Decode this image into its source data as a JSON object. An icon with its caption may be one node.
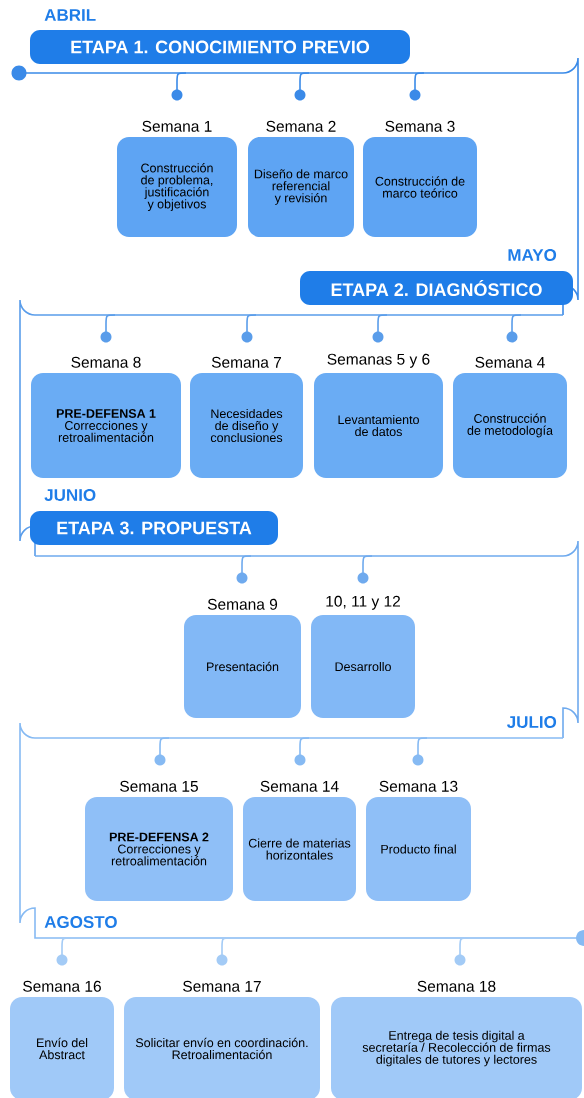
{
  "diagram": {
    "nodes": [
      {
        "text": [
          "ETAPA 1. CONOCIMIENTO PREVIO"
        ]
      },
      {
        "text": [
          "Semana 1",
          "Construcción de problema, justificación y objetivos"
        ]
      },
      {
        "text": [
          "Semana 2",
          "Diseño de marco referencial y revisión"
        ]
      },
      {
        "text": [
          "Semana 3",
          "Construcción de marco teórico"
        ]
      },
      {
        "text": [
          "ETAPA 2. DIAGNÓSTICO"
        ]
      },
      {
        "text": [
          "Semana 8",
          "PRE-DEFENSA 1",
          "Correcciones y retroalimentación"
        ]
      },
      {
        "text": [
          "Semana 7",
          "Necesidades de diseño y conclusiones"
        ]
      },
      {
        "text": [
          "Semanas 5 y 6",
          "Levantamiento de datos"
        ]
      },
      {
        "text": [
          "Semana 4",
          "Construcción de metodología"
        ]
      },
      {
        "text": [
          "ETAPA 3. PROPUESTA"
        ]
      },
      {
        "text": [
          "Semana 9",
          "Presentación"
        ]
      },
      {
        "text": [
          "10, 11 y 12",
          "Desarrollo"
        ]
      },
      {
        "text": [
          "Semana 15",
          "PRE-DEFENSA 2",
          "Correcciones y retroalimentación"
        ]
      },
      {
        "text": [
          "Semana 14",
          "Cierre de materias horizontales"
        ]
      },
      {
        "text": [
          "Semana 13",
          "Producto final"
        ]
      },
      {
        "text": [
          "Semana 16",
          "Envío del Abstract"
        ]
      },
      {
        "text": [
          "Semana 17",
          "Solicitar envío en coordinación. Retroalimentación"
        ]
      },
      {
        "text": [
          "Semana 18",
          "Entrega de tesis digital a secretaría / Recolección de firmas digitales de tutores y lectores"
        ]
      }
    ],
    "labels": [
      "ABRIL",
      "MAYO",
      "JUNIO",
      "JULIO",
      "AGOSTO"
    ]
  }
}
